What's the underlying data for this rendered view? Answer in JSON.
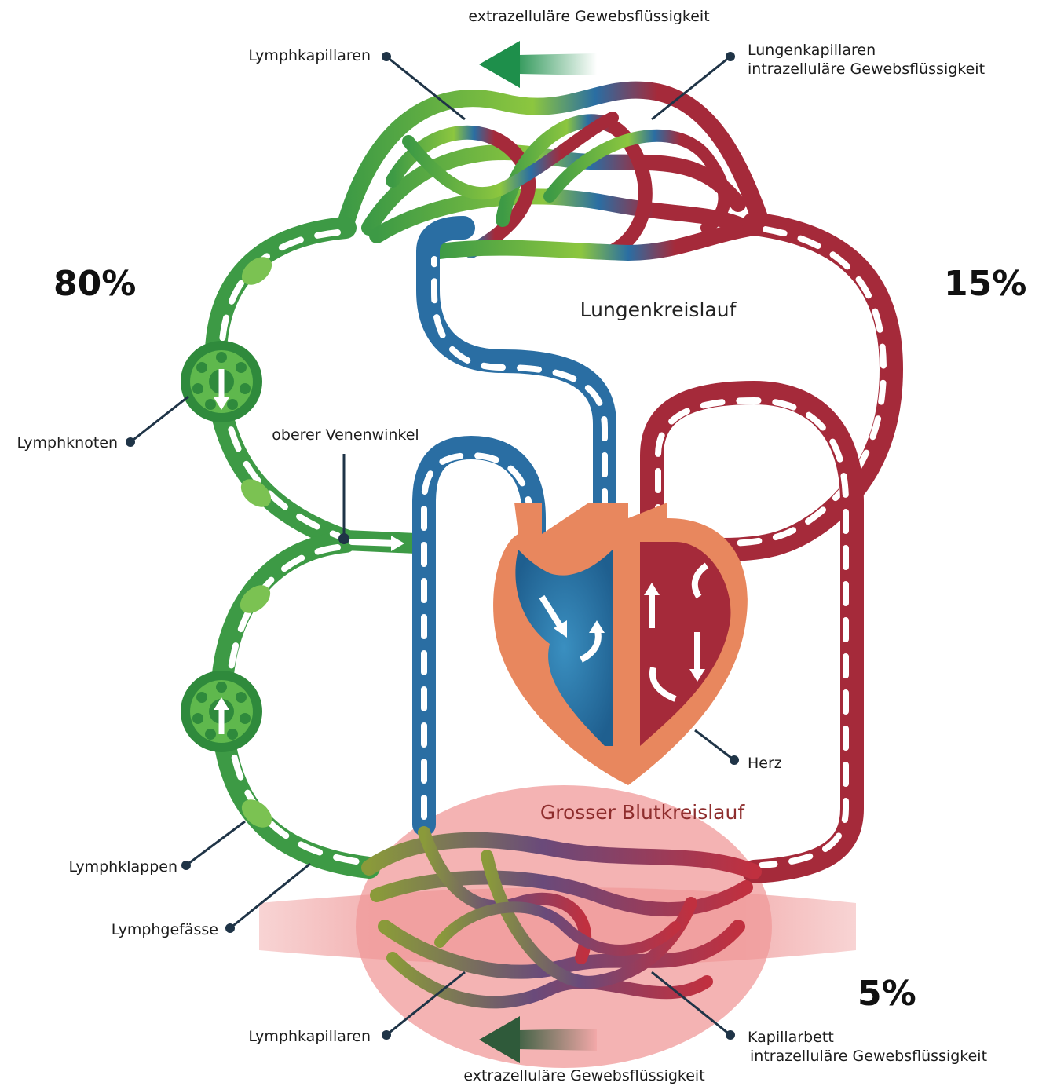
{
  "labels": {
    "top_fluid": "extrazelluläre Gewebsflüssigkeit",
    "lymph_cap_top": "Lymphkapillaren",
    "lung_cap_line1": "Lungenkapillaren",
    "lung_cap_line2": "intrazelluläre Gewebsflüssigkeit",
    "pct_80": "80%",
    "pct_15": "15%",
    "pct_5": "5%",
    "lungenkreislauf": "Lungenkreislauf",
    "lymphknoten": "Lymphknoten",
    "venenwinkel": "oberer Venenwinkel",
    "herz": "Herz",
    "grosser": "Grosser Blutkreislauf",
    "lymphklappen": "Lymphklappen",
    "lymphgefaesse": "Lymphgefässe",
    "lymph_cap_bottom": "Lymphkapillaren",
    "kapillarbett_line1": "Kapillarbett",
    "kapillarbett_line2": "intrazelluläre Gewebsflüssigkeit",
    "bottom_fluid": "extrazelluläre Gewebsflüssigkeit"
  },
  "colors": {
    "lymph_green": "#3d9a45",
    "lymph_light": "#8cc63f",
    "vein_blue": "#2a6ea3",
    "artery_red": "#a52a3a",
    "heart_orange": "#e8875e",
    "muscle_pink": "#f2a7a7",
    "leader": "#1f3447"
  }
}
